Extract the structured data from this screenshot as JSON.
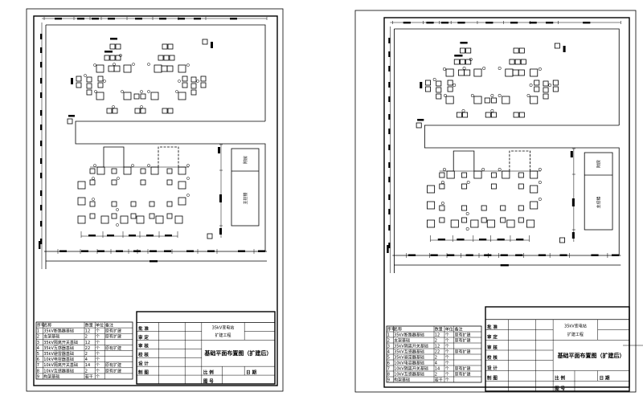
{
  "sheets": [
    {
      "name": "left",
      "title_block": {
        "labels": [
          "批 准",
          "审 定",
          "审 核",
          "校 核",
          "设 计",
          "制 图"
        ],
        "project": "35kV变电站",
        "project_sub": "扩建工程",
        "drawing_title": "基础平面布置图（扩建后）",
        "scale_label": "比 例",
        "date_label": "日 期",
        "number_label": "图 号"
      }
    },
    {
      "name": "right",
      "title_block": {
        "labels": [
          "批 准",
          "审 定",
          "审 核",
          "校 核",
          "设 计",
          "制 图"
        ],
        "project": "35kV变电站",
        "project_sub": "扩建工程",
        "drawing_title": "基础平面布置图（扩建后）",
        "scale_label": "比 例",
        "date_label": "日 期",
        "number_label": "图 号"
      }
    }
  ],
  "equipment_table": {
    "headers": [
      "序号",
      "名称",
      "数量",
      "单位",
      "备注"
    ],
    "rows": [
      [
        "1",
        "35kV断路器基础",
        "12",
        "个",
        "原有扩建"
      ],
      [
        "2",
        "支架基础",
        "2",
        "个",
        "原有扩建"
      ],
      [
        "3",
        "35kV隔离开关基础",
        "12",
        "个",
        ""
      ],
      [
        "4",
        "35kV互感器基础",
        "22",
        "个",
        "原有扩建"
      ],
      [
        "5",
        "35kV避雷器基础",
        "2",
        "个",
        ""
      ],
      [
        "6",
        "10kV电容器基础",
        "4",
        "个",
        ""
      ],
      [
        "7",
        "10kV隔离开关基础",
        "14",
        "个",
        "原有扩建"
      ],
      [
        "8",
        "10kV互感器基础",
        "2",
        "个",
        "原有扩建"
      ],
      [
        "9",
        "构架基础",
        "若干",
        "个",
        ""
      ]
    ]
  },
  "buildings": {
    "upper": "附房",
    "lower": "主控楼"
  },
  "colors": {
    "line": "#000000",
    "background": "#ffffff"
  }
}
